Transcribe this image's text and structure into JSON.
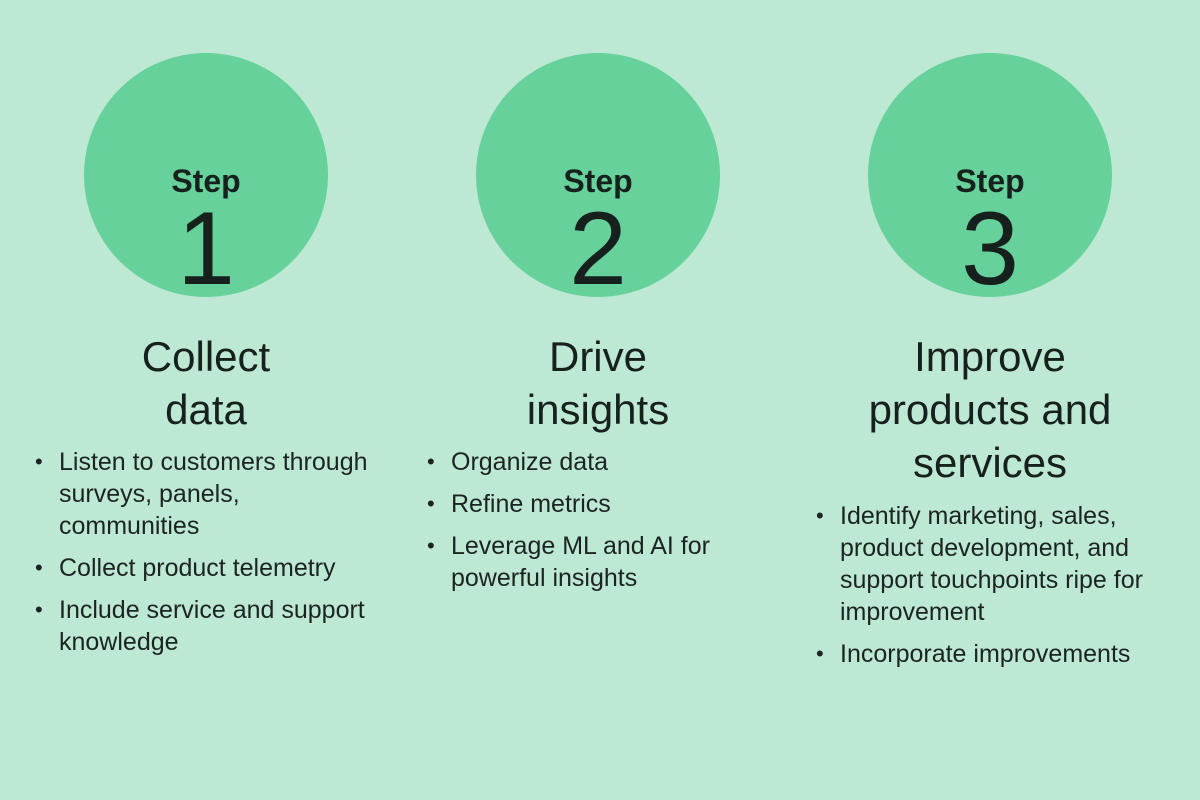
{
  "colors": {
    "background": "#bde8d3",
    "circle": "#66d19a",
    "text": "#16201d"
  },
  "steps": [
    {
      "step_label": "Step",
      "number": "1",
      "heading_lines": [
        "Collect",
        "data"
      ],
      "bullets": [
        "Listen to customers through surveys, panels, communities",
        "Collect product telemetry",
        "Include service and support knowledge"
      ]
    },
    {
      "step_label": "Step",
      "number": "2",
      "heading_lines": [
        "Drive",
        "insights"
      ],
      "bullets": [
        "Organize data",
        "Refine metrics",
        "Leverage ML and AI for powerful insights"
      ]
    },
    {
      "step_label": "Step",
      "number": "3",
      "heading_lines": [
        "Improve",
        "products and",
        "services"
      ],
      "bullets": [
        "Identify marketing, sales, product development, and support touchpoints ripe for improvement",
        "Incorporate improvements"
      ]
    }
  ]
}
